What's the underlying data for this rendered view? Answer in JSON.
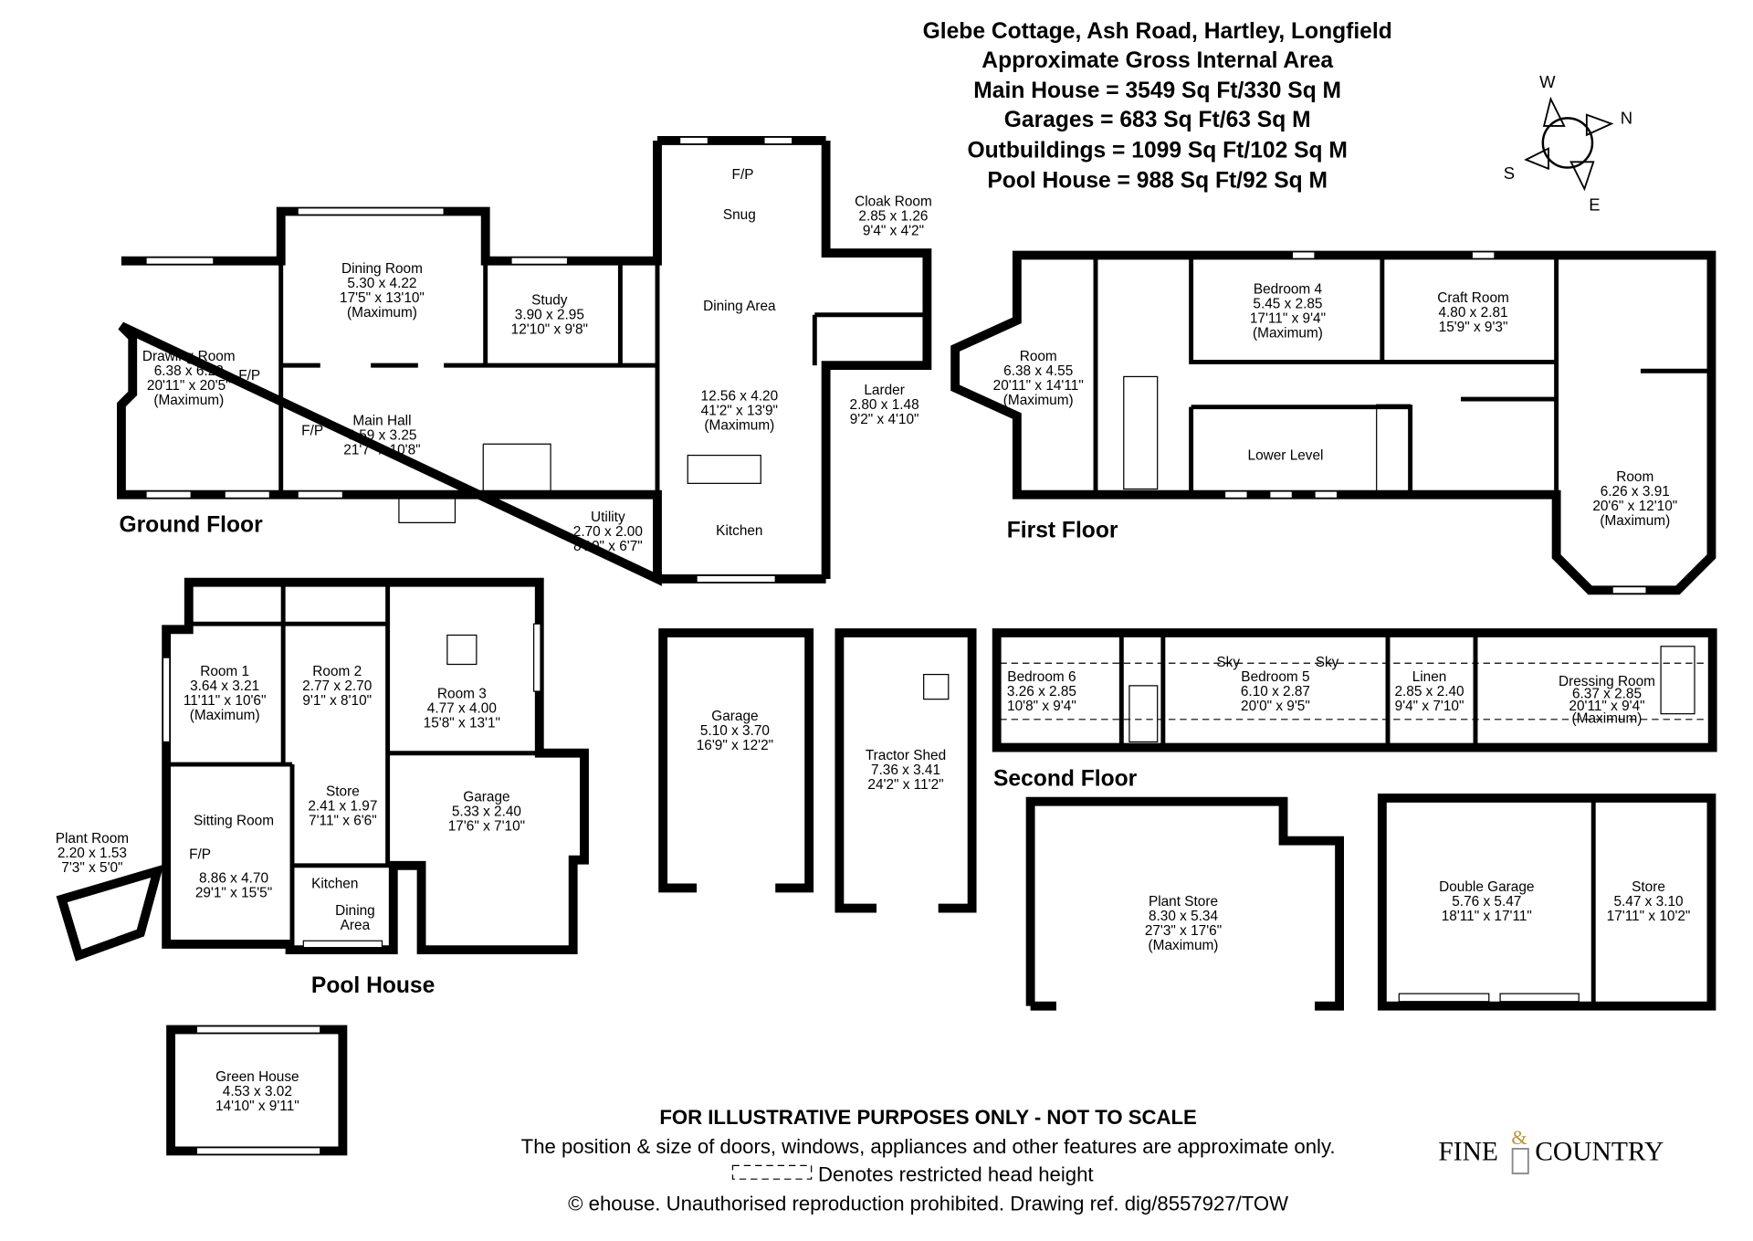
{
  "header": {
    "address": "Glebe Cottage, Ash Road, Hartley, Longfield",
    "subtitle": "Approximate Gross Internal Area",
    "areas": [
      "Main House = 3549 Sq Ft/330 Sq M",
      "Garages = 683 Sq Ft/63 Sq M",
      "Outbuildings = 1099 Sq Ft/102 Sq M",
      "Pool House = 988 Sq Ft/92 Sq M"
    ]
  },
  "compass": {
    "n": "N",
    "s": "S",
    "e": "E",
    "w": "W"
  },
  "floor_labels": {
    "ground": "Ground Floor",
    "first": "First Floor",
    "second": "Second Floor",
    "pool": "Pool House"
  },
  "rooms": [
    [
      "Drawing Room",
      "6.38 x 6.23",
      "20'11\" x 20'5\"",
      "(Maximum)"
    ],
    [
      "Dining Room",
      "5.30 x 4.22",
      "17'5\" x 13'10\"",
      "(Maximum)"
    ],
    [
      "Study",
      "3.90 x 2.95",
      "12'10\" x 9'8\""
    ],
    [
      "Main Hall",
      "6.59 x 3.25",
      "21'7\" x 10'8\""
    ],
    [
      "Snug"
    ],
    [
      "Dining Area"
    ],
    [
      "12.56 x 4.20",
      "41'2\" x 13'9\"",
      "(Maximum)"
    ],
    [
      "Kitchen"
    ],
    [
      "Cloak Room",
      "2.85 x 1.26",
      "9'4\" x 4'2\""
    ],
    [
      "Larder",
      "2.80 x 1.48",
      "9'2\" x 4'10\""
    ],
    [
      "Utility",
      "2.70 x 2.00",
      "8'10\" x 6'7\""
    ],
    [
      "F/P"
    ],
    [
      "F/P"
    ],
    [
      "F/P"
    ],
    [
      "Room",
      "6.38 x 4.55",
      "20'11\" x 14'11\"",
      "(Maximum)"
    ],
    [
      "Bedroom 4",
      "5.45 x 2.85",
      "17'11\" x 9'4\"",
      "(Maximum)"
    ],
    [
      "Craft Room",
      "4.80 x 2.81",
      "15'9\" x 9'3\""
    ],
    [
      "Lower Level"
    ],
    [
      "Room",
      "6.26 x 3.91",
      "20'6\" x 12'10\"",
      "(Maximum)"
    ],
    [
      "Bedroom 6",
      "3.26 x 2.85",
      "10'8\" x 9'4\""
    ],
    [
      "Bedroom 5",
      "6.10 x 2.87",
      "20'0\" x 9'5\""
    ],
    [
      "Linen",
      "2.85 x 2.40",
      "9'4\" x 7'10\""
    ],
    [
      "Dressing Room",
      "6.37 x 2.85",
      "20'11\" x 9'4\"",
      "(Maximum)"
    ],
    [
      "Sky"
    ],
    [
      "Sky"
    ],
    [
      "Room 1",
      "3.64 x 3.21",
      "11'11\" x 10'6\"",
      "(Maximum)"
    ],
    [
      "Room 2",
      "2.77 x 2.70",
      "9'1\" x 8'10\""
    ],
    [
      "Room 3",
      "4.77 x 4.00",
      "15'8\" x 13'1\""
    ],
    [
      "Store",
      "2.41 x 1.97",
      "7'11\" x 6'6\""
    ],
    [
      "Garage",
      "5.33 x 2.40",
      "17'6\" x 7'10\""
    ],
    [
      "Sitting Room"
    ],
    [
      "8.86 x 4.70",
      "29'1\" x 15'5\""
    ],
    [
      "Kitchen"
    ],
    [
      "Dining",
      "Area"
    ],
    [
      "F/P"
    ],
    [
      "Plant Room",
      "2.20 x 1.53",
      "7'3\" x 5'0\""
    ],
    [
      "Garage",
      "5.10 x 3.70",
      "16'9\" x 12'2\""
    ],
    [
      "Tractor Shed",
      "7.36 x 3.41",
      "24'2\" x 11'2\""
    ],
    [
      "Plant Store",
      "8.30 x 5.34",
      "27'3\" x 17'6\"",
      "(Maximum)"
    ],
    [
      "Double Garage",
      "5.76 x 5.47",
      "18'11\" x 17'11\""
    ],
    [
      "Store",
      "5.47 x 3.10",
      "17'11\" x 10'2\""
    ],
    [
      "Green House",
      "4.53 x 3.02",
      "14'10\" x 9'11\""
    ]
  ],
  "footer": {
    "disclaimer": "FOR ILLUSTRATIVE PURPOSES ONLY - NOT TO SCALE",
    "note": "The position & size of doors, windows, appliances and other features are approximate only.",
    "legend": "Denotes restricted head height",
    "copyright": "© ehouse. Unauthorised reproduction prohibited. Drawing ref. dig/8557927/TOW"
  },
  "logo": {
    "text_left": "FINE",
    "amp": "&",
    "text_right": "COUNTRY"
  }
}
